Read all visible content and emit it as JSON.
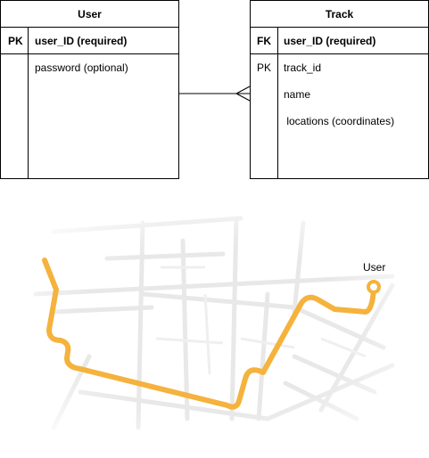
{
  "entities": {
    "user": {
      "title": "User",
      "key_type": "PK",
      "key_field": "user_ID (required)",
      "fields": [
        {
          "tag": "",
          "name": "password (optional)"
        }
      ]
    },
    "track": {
      "title": "Track",
      "key_type": "FK",
      "key_field": "user_ID (required)",
      "fields": [
        {
          "tag": "PK",
          "name": "track_id"
        },
        {
          "tag": "",
          "name": "name"
        },
        {
          "tag": "",
          "name": " locations (coordinates)"
        }
      ]
    }
  },
  "relationship": {
    "type": "one-to-many"
  },
  "map": {
    "endpoint_label": "User",
    "colors": {
      "route": "#F5B23C",
      "streets": "#E6E6E6"
    }
  }
}
